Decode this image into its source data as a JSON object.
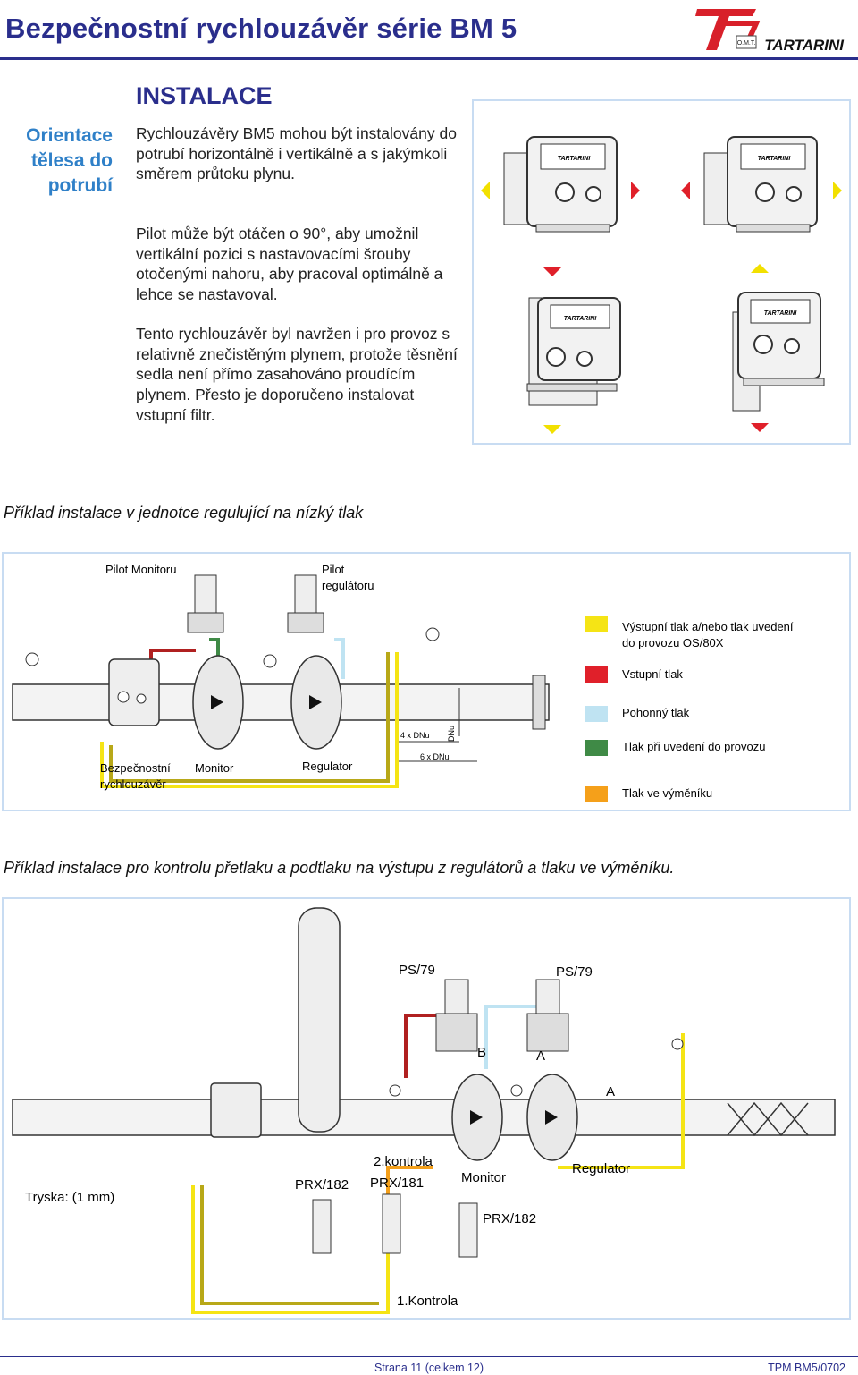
{
  "header": {
    "title": "Bezpečnostní rychlouzávěr série BM 5",
    "logo_text": "TARTARINI",
    "logo_mark": "O.M.T."
  },
  "section": {
    "title": "INSTALACE",
    "side_label": "Orientace tělesa do potrubí"
  },
  "paragraphs": [
    "Rychlouzávěry BM5 mohou být instalovány do potrubí horizontálně i vertikálně a s jakýmkoli směrem průtoku plynu.",
    "Pilot může být otáčen o 90°, aby umožnil vertikální pozici s nastavovacími šrouby otočenými nahoru, aby pracoval optimálně a lehce se nastavoval.",
    "Tento rychlouzávěr byl navržen i pro provoz s relativně znečistěným plynem, protože těsnění sedla není přímo zasahováno proudícím plynem. Přesto je doporučeno instalovat vstupní filtr."
  ],
  "figure1": {
    "badge_text": "TARTARINI"
  },
  "figure2": {
    "caption": "Příklad instalace v jednotce regulující na nízký tlak",
    "labels": {
      "pilot_monitoru": "Pilot Monitoru",
      "pilot_regulatoru_1": "Pilot",
      "pilot_regulatoru_2": "regulátoru",
      "bezpecnostni_1": "Bezpečnostní",
      "bezpecnostni_2": "rychlouzávěr",
      "monitor": "Monitor",
      "regulator": "Regulator",
      "dim_4dnu": "4 x DNu",
      "dim_6dnu": "6 x DNu",
      "dim_dnu": "DNu"
    },
    "legend": [
      {
        "color": "#f5e415",
        "line1": "Výstupní tlak a/nebo tlak uvedení",
        "line2": "do provozu OS/80X"
      },
      {
        "color": "#e0202a",
        "line1": "Vstupní tlak",
        "line2": ""
      },
      {
        "color": "#bfe3f2",
        "line1": "Pohonný tlak",
        "line2": ""
      },
      {
        "color": "#3f8a46",
        "line1": "Tlak při uvedení do provozu",
        "line2": ""
      },
      {
        "color": "#f5a01a",
        "line1": "Tlak ve výměníku",
        "line2": ""
      }
    ]
  },
  "figure3": {
    "caption": "Příklad instalace pro kontrolu přetlaku a podtlaku na výstupu z regulátorů a tlaku ve výměníku.",
    "labels": {
      "ps79_a": "PS/79",
      "ps79_b": "PS/79",
      "b": "B",
      "a1": "A",
      "a2": "A",
      "kontrola2": "2.kontrola",
      "prx182_a": "PRX/182",
      "prx181": "PRX/181",
      "monitor": "Monitor",
      "regulator": "Regulator",
      "prx182_b": "PRX/182",
      "tryska": "Tryska: (1 mm)",
      "kontrola1": "1.Kontrola"
    }
  },
  "footer": {
    "page": "Strana 11 (celkem 12)",
    "code": "TPM BM5/0702"
  }
}
